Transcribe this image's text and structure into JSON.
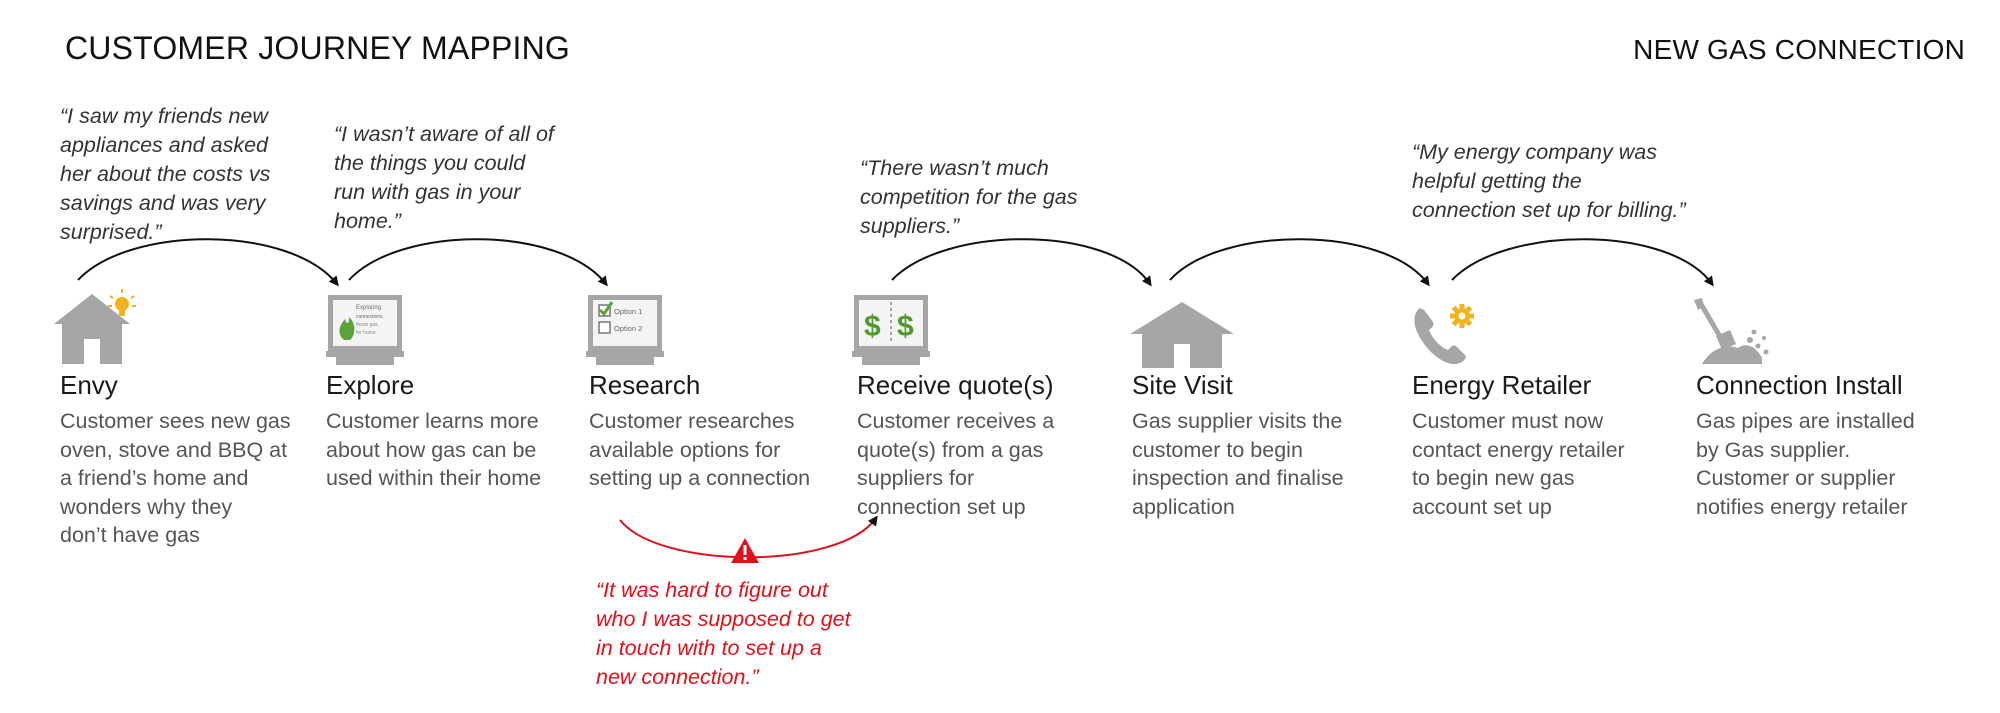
{
  "header": {
    "title": "CUSTOMER JOURNEY MAPPING",
    "subtitle": "NEW GAS CONNECTION"
  },
  "quotes": {
    "envy": "“I saw my friends new\nappliances and asked\nher about the costs vs\nsavings and was very\nsurprised.”",
    "explore": "“I wasn’t aware of all of\nthe things you could\nrun with gas in your\nhome.”",
    "quote": "“There wasn’t much\ncompetition for the gas\nsuppliers.”",
    "retailer": "“My energy company was\nhelpful getting the\nconnection set up for billing.”",
    "pain_point": "“It was hard to figure out\nwho I was supposed to get\nin touch with to set up a\nnew connection.”"
  },
  "stages": [
    {
      "name": "Envy",
      "description": "Customer sees new gas\noven, stove and BBQ at\na friend’s home and\nwonders why they\ndon’t have gas",
      "icon": "house-lightbulb-icon"
    },
    {
      "name": "Explore",
      "description": "Customer learns more\nabout how gas can be\nused within their home",
      "icon": "laptop-flame-icon"
    },
    {
      "name": "Research",
      "description": "Customer researches\navailable options for\nsetting up a connection",
      "icon": "laptop-checklist-icon"
    },
    {
      "name": "Receive quote(s)",
      "description": "Customer receives a\nquote(s) from a gas\nsuppliers for\nconnection set up",
      "icon": "laptop-dollar-icon"
    },
    {
      "name": "Site Visit",
      "description": "Gas supplier visits the\ncustomer to begin\ninspection and finalise\napplication",
      "icon": "house-icon"
    },
    {
      "name": "Energy Retailer",
      "description": "Customer must now\ncontact energy retailer\nto begin new gas\naccount set up",
      "icon": "phone-gear-icon"
    },
    {
      "name": "Connection Install",
      "description": "Gas pipes are installed\nby Gas supplier.\nCustomer or supplier\nnotifies energy retailer",
      "icon": "shovel-dirt-icon"
    }
  ],
  "icon_labels": {
    "explore_screen": "Exploring\nconnections\nthose gas\nfor home",
    "option1": "Option 1",
    "option2": "Option 2",
    "dollar": "$"
  },
  "colors": {
    "icon_gray": "#a6a6a6",
    "accent_yellow": "#f2b21c",
    "green": "#5aa43a",
    "pain_red": "#e0111a",
    "arrow": "#111111"
  }
}
